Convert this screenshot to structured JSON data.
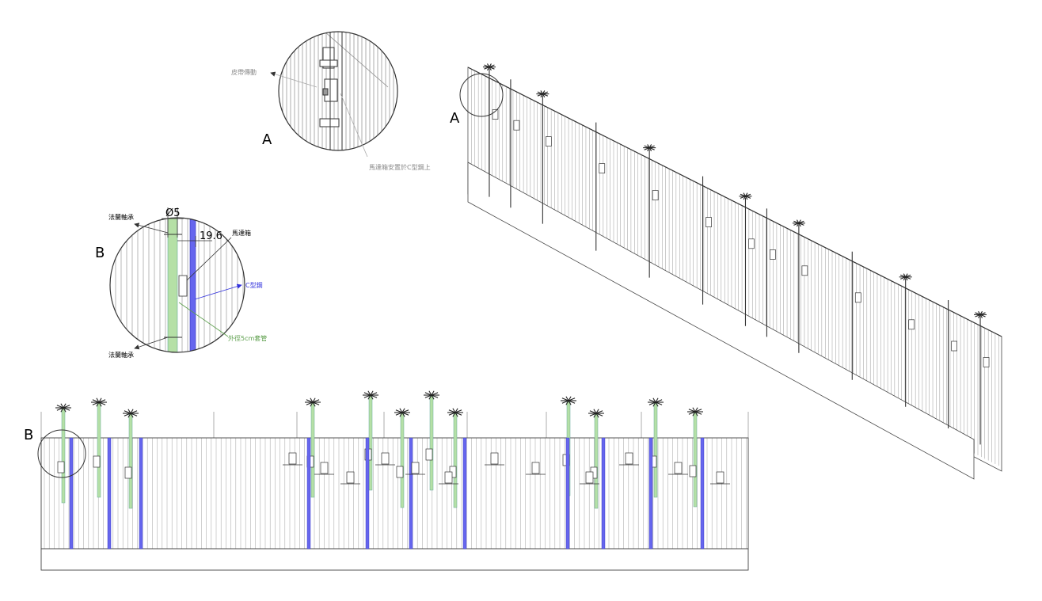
{
  "detail_a": {
    "letter": "A",
    "callout_belt": "皮帶傳動",
    "callout_motor_mount": "馬達箱安置於C型鋼上"
  },
  "detail_b": {
    "letter": "B",
    "dim_diameter": "Ø5",
    "dim_offset": "19.6",
    "label_flange_top": "法蘭軸承",
    "label_flange_bottom": "法蘭軸承",
    "label_motor_box": "馬達箱",
    "label_c_steel": "C型鋼",
    "label_sleeve": "外徑5cm套管"
  },
  "elevation": {
    "letter": "B"
  },
  "isometric": {
    "letter": "A"
  },
  "colors": {
    "line": "#555555",
    "c_steel": "#5555dd",
    "sleeve": "#8ccf7a",
    "callout_text": "#888888"
  }
}
